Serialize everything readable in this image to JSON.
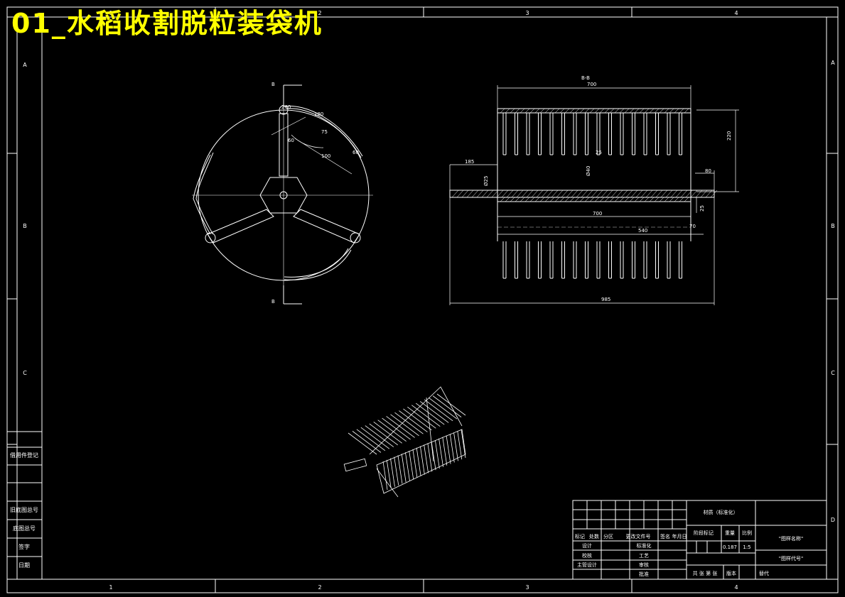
{
  "title": "01_水稻收割脱粒装袋机",
  "border": {
    "col_labels": [
      "1",
      "2",
      "3",
      "4"
    ],
    "row_labels": [
      "A",
      "B",
      "C",
      "D"
    ]
  },
  "section_marks": {
    "label_top": "B",
    "label_bottom": "B",
    "section_title": "B-B"
  },
  "front_view": {
    "dims": [
      "180",
      "75",
      "100",
      "60",
      "200",
      "60"
    ]
  },
  "side_view": {
    "dims": {
      "top_width": "700",
      "tine_height": "220",
      "spacing": "25",
      "shaft_dia": "Ø40",
      "left_overhang": "185",
      "left_shaft_dia": "Ø25",
      "right_overhang": "80",
      "center_length": "700",
      "right_small": "25",
      "partial": "540",
      "end": "70",
      "overall": "985"
    }
  },
  "left_table": {
    "rows": [
      "借用件登记",
      "旧底图总号",
      "底图总号",
      "签字",
      "日期"
    ]
  },
  "title_block": {
    "material": "材质（标准化）",
    "drawing_name": "\"图样名称\"",
    "drawing_code": "\"图样代号\"",
    "header_cells": [
      "标记",
      "处数",
      "分区",
      "更改文件号",
      "签名",
      "年月日"
    ],
    "role_left": [
      "设计",
      "校核",
      "主管设计"
    ],
    "role_right": [
      "标准化",
      "工艺",
      "审核",
      "批准"
    ],
    "stage_headers": [
      "阶段标记",
      "重量",
      "比例"
    ],
    "weight": "0.187",
    "scale": "1:5",
    "sheet": "共 张 第 张",
    "version": "版本",
    "replace": "替代"
  }
}
